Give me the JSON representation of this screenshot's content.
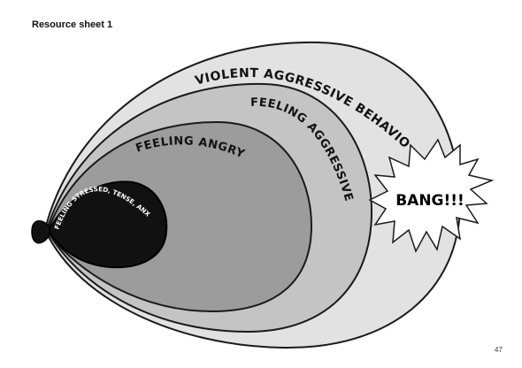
{
  "page": {
    "header": "Resource sheet 1",
    "page_number": "47"
  },
  "diagram": {
    "layers": [
      {
        "label": "VIOLENT AGGRESSIVE BEHAVIOUR",
        "fill": "#e2e2e2"
      },
      {
        "label": "FEELING AGGRESSIVE",
        "fill": "#c4c4c4"
      },
      {
        "label": "FEELING ANGRY",
        "fill": "#9c9c9c"
      },
      {
        "label": "FEELING STRESSED, TENSE, ANXIOUS",
        "fill": "#111111"
      }
    ],
    "burst_label": "BANG!!!",
    "outline_color": "#1a1a1a"
  }
}
